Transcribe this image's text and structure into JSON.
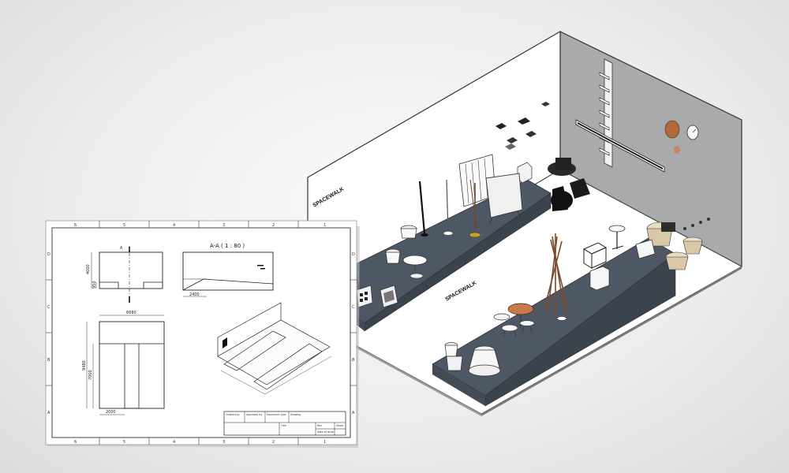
{
  "drawing": {
    "section_title": "A-A ( 1 : 80 )",
    "section_marker": "A",
    "col_numbers_top": [
      "6",
      "5",
      "4",
      "3",
      "2",
      "1"
    ],
    "col_numbers_bottom": [
      "6",
      "5",
      "4",
      "3",
      "2",
      "1"
    ],
    "row_letters_left": [
      "D",
      "C",
      "B",
      "A"
    ],
    "row_letters_right": [
      "D",
      "C",
      "B",
      "A"
    ],
    "dims": {
      "plan_width": "6680",
      "plan_height": "9480",
      "plan_inner": "7000",
      "plan_bottom": "2000",
      "front_height": "4000",
      "front_step": "950",
      "section_step": "2400"
    },
    "title_block": {
      "row1": [
        "Created by",
        "Approved by",
        "Document type",
        "Drawing"
      ],
      "row2": [
        "Title",
        "Rev.",
        "Date of issue",
        "Sheet"
      ]
    }
  },
  "model": {
    "brand_label_wall": "SPACEWALK",
    "brand_label_platform": "SPACEWALK"
  },
  "colors": {
    "platform": "#4b5560",
    "platform_top": "#56606c",
    "wall_dark": "#a9abad",
    "wall_light": "#ffffff",
    "floor": "#ffffff",
    "accent_copper": "#b4693d",
    "accent_gold": "#c9a227"
  }
}
